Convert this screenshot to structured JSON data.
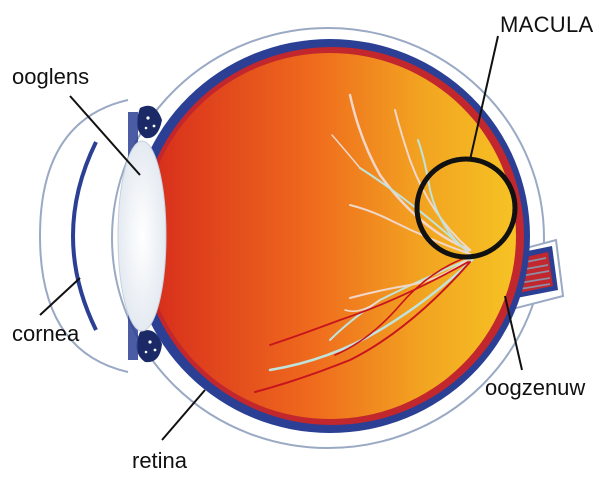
{
  "labels": {
    "ooglens": "ooglens",
    "macula": "MACULA",
    "cornea": "cornea",
    "oogzenuw": "oogzenuw",
    "retina": "retina"
  },
  "colors": {
    "sclera_outline": "#9aa9c4",
    "sclera_fill": "#ffffff",
    "choroid_blue": "#2b3f95",
    "retina_red": "#c1272d",
    "vitreous_red": "#d62b1c",
    "vitreous_orange": "#f08a1a",
    "vitreous_yellow": "#f6c324",
    "vessel_pale": "#f1d7c9",
    "vessel_cyan": "#bfe3dd",
    "vessel_red": "#c8141e",
    "lens_fill": "#e9eef4",
    "macula_circle": "#111111",
    "leader_line": "#111111"
  }
}
